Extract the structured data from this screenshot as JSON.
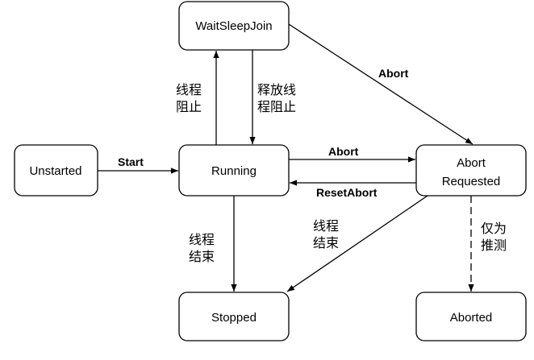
{
  "nodes": {
    "waitsleepjoin": "WaitSleepJoin",
    "unstarted": "Unstarted",
    "running": "Running",
    "abort_requested_line1": "Abort",
    "abort_requested_line2": "Requested",
    "stopped": "Stopped",
    "aborted": "Aborted"
  },
  "edges": {
    "start": "Start",
    "abort_top": "Abort",
    "abort_mid": "Abort",
    "reset_abort": "ResetAbort",
    "thread_block_line1": "线程",
    "thread_block_line2": "阻止",
    "release_block_line1": "释放线",
    "release_block_line2": "程阻止",
    "thread_end_left_line1": "线程",
    "thread_end_left_line2": "结束",
    "thread_end_right_line1": "线程",
    "thread_end_right_line2": "结束",
    "speculation_line1": "仅为",
    "speculation_line2": "推测"
  },
  "colors": {
    "stroke": "#000000",
    "background": "#ffffff"
  }
}
